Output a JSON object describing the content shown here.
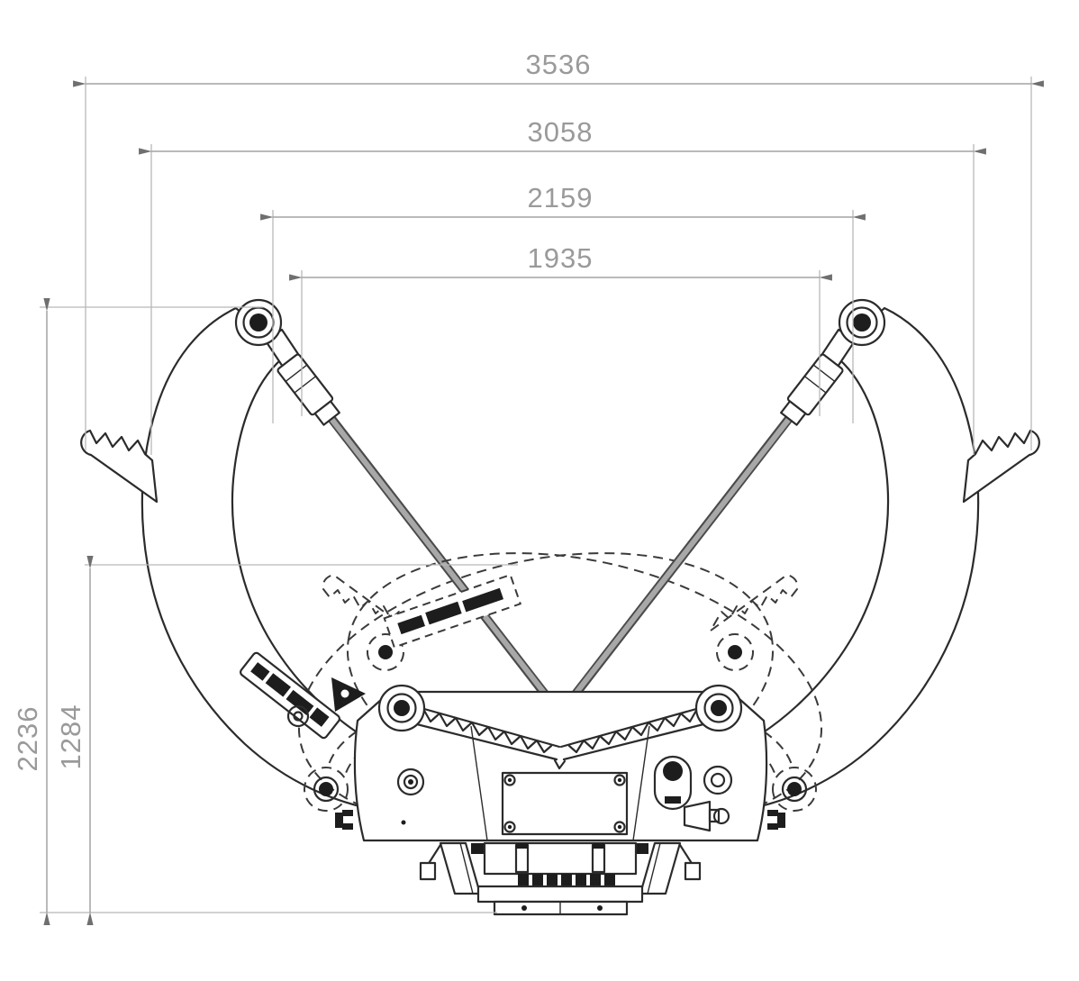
{
  "meta": {
    "description": "CAD front-view technical drawing of a hydraulic timber/log grapple shown in open position, closed position drawn with dashed phantom lines, with linear dimensions",
    "background": "#ffffff",
    "units_shown": "none (plain numbers, mm implied)"
  },
  "colors": {
    "drawing_line": "#2b2b2b",
    "dimension_line": "#a3a3a3",
    "dimension_text": "#9a9a9a",
    "cylinder_rod": "#a8a8a8",
    "label_plate": "#1d1d1d"
  },
  "dimensions": {
    "horizontal": [
      {
        "id": "overall-open-width",
        "value": "3536"
      },
      {
        "id": "outer-arm-span",
        "value": "3058"
      },
      {
        "id": "cylinder-pin-span",
        "value": "2159"
      },
      {
        "id": "upper-pivot-span",
        "value": "1935"
      }
    ],
    "vertical": [
      {
        "id": "overall-height",
        "value": "2236"
      },
      {
        "id": "closed-bundle-height",
        "value": "1284"
      }
    ]
  },
  "drawing": {
    "parts": [
      "left-grapple-arm",
      "right-grapple-arm",
      "left-serrated-tip",
      "right-serrated-tip",
      "left-hydraulic-cylinder",
      "right-hydraulic-cylinder",
      "left-top-pivot",
      "right-top-pivot",
      "center-body",
      "serrated-jaw-v",
      "cover-plate",
      "left-body-pivot",
      "right-body-pivot",
      "rotator-mount-stack",
      "closed-position-phantom-outline",
      "brand-plate-solid",
      "brand-plate-dashed",
      "triangle-logo"
    ],
    "brand_plate_text_legible": false
  }
}
